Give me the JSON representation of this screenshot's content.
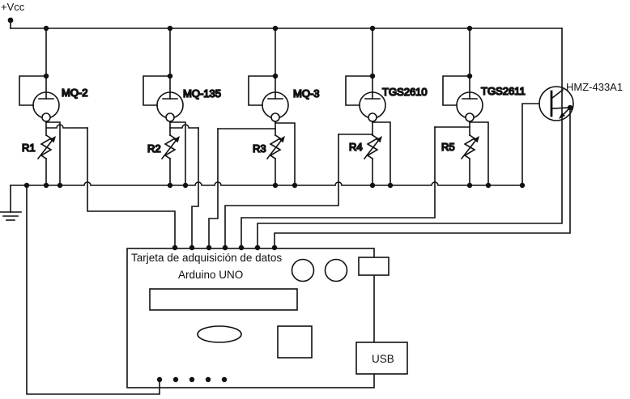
{
  "labels": {
    "vcc": "+Vcc"
  },
  "sensors": [
    {
      "label": "MQ-2",
      "resistor": "R1"
    },
    {
      "label": "MQ-135",
      "resistor": "R2"
    },
    {
      "label": "MQ-3",
      "resistor": "R3"
    },
    {
      "label": "TGS2610",
      "resistor": "R4"
    },
    {
      "label": "TGS2611",
      "resistor": "R5"
    }
  ],
  "humidity_sensor": {
    "label": "HMZ-433A1"
  },
  "board": {
    "title": "Tarjeta de adquisición de datos",
    "subtitle": "Arduino UNO",
    "usb_label": "USB"
  },
  "line_color": "#111111",
  "background_color": "#ffffff"
}
